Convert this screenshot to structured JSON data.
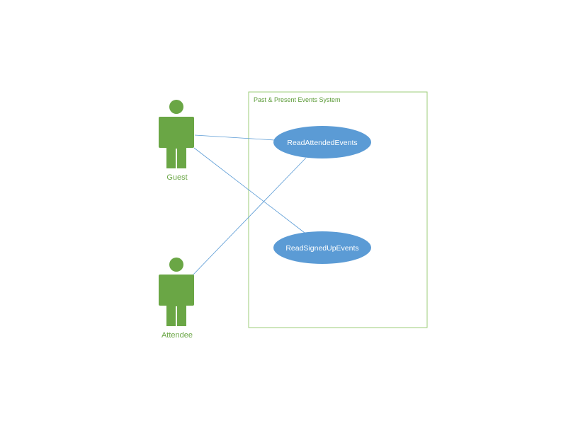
{
  "diagram": {
    "system": {
      "title": "Past & Present Events System"
    },
    "actors": [
      {
        "id": "guest",
        "label": "Guest"
      },
      {
        "id": "attendee",
        "label": "Attendee"
      }
    ],
    "use_cases": [
      {
        "id": "read-attended-events",
        "label": "ReadAttendedEvents"
      },
      {
        "id": "read-signed-up-events",
        "label": "ReadSignedUpEvents"
      }
    ],
    "associations": [
      {
        "actor": "Guest",
        "use_case": "ReadAttendedEvents"
      },
      {
        "actor": "Guest",
        "use_case": "ReadSignedUpEvents"
      },
      {
        "actor": "Attendee",
        "use_case": "ReadAttendedEvents"
      }
    ],
    "colors": {
      "actor": "#6aa645",
      "boundary": "#9ccc7a",
      "system_title": "#5a9a36",
      "use_case_fill": "#5b9bd5",
      "use_case_text": "#ffffff",
      "association": "#5b9bd5",
      "background": "#ffffff"
    }
  }
}
